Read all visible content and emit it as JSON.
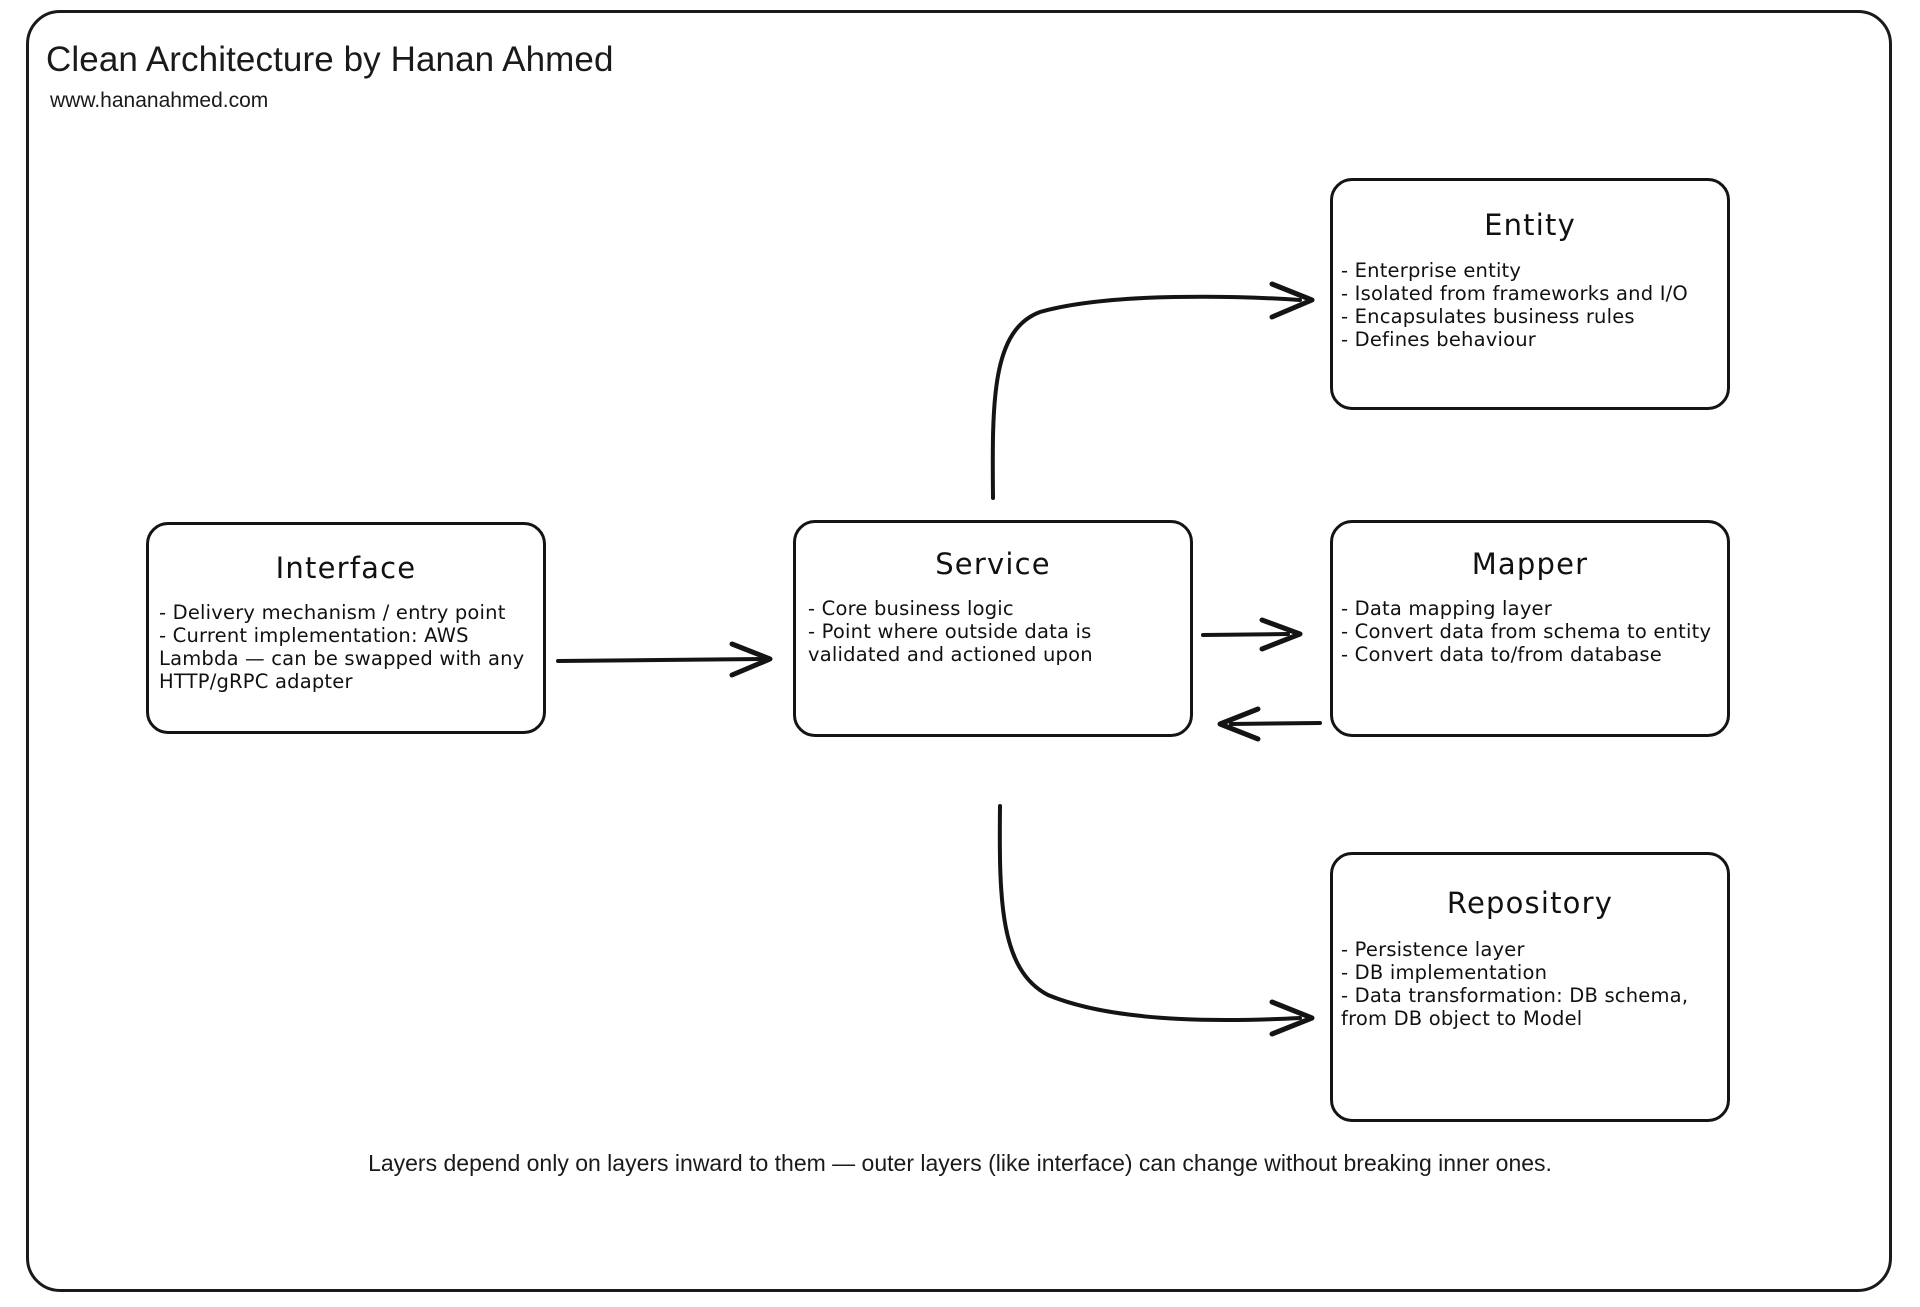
{
  "header": {
    "title": "Clean Architecture by Hanan Ahmed",
    "subtitle": "www.hananahmed.com"
  },
  "footer": {
    "note": "Layers depend only on layers inward to them — outer layers (like interface) can change without breaking inner ones."
  },
  "theme": {
    "stroke": "#141414",
    "background": "#ffffff",
    "text": "#111111"
  },
  "nodes": {
    "interface": {
      "title": "Interface",
      "bullets": [
        "- Delivery mechanism / entry point",
        "- Current implementation: AWS Lambda — can be swapped with any HTTP/gRPC adapter"
      ]
    },
    "service": {
      "title": "Service",
      "bullets": [
        "- Core business logic",
        "- Point where outside data is validated and actioned upon"
      ]
    },
    "entity": {
      "title": "Entity",
      "bullets": [
        "- Enterprise entity",
        "- Isolated from frameworks and I/O",
        "- Encapsulates business rules",
        "- Defines behaviour"
      ]
    },
    "mapper": {
      "title": "Mapper",
      "bullets": [
        "- Data mapping layer",
        "- Convert data from schema to entity",
        "- Convert data to/from database"
      ]
    },
    "repository": {
      "title": "Repository",
      "bullets": [
        "- Persistence layer",
        "- DB implementation",
        "- Data transformation: DB schema, from DB object to Model"
      ]
    }
  },
  "edges": [
    {
      "id": "interface-to-service",
      "from": "Interface",
      "to": "Service",
      "direction": "one-way"
    },
    {
      "id": "service-to-entity",
      "from": "Service",
      "to": "Entity",
      "direction": "one-way"
    },
    {
      "id": "service-to-mapper",
      "from": "Service",
      "to": "Mapper",
      "direction": "one-way"
    },
    {
      "id": "mapper-to-service",
      "from": "Mapper",
      "to": "Service",
      "direction": "one-way"
    },
    {
      "id": "service-to-repository",
      "from": "Service",
      "to": "Repository",
      "direction": "one-way"
    }
  ]
}
